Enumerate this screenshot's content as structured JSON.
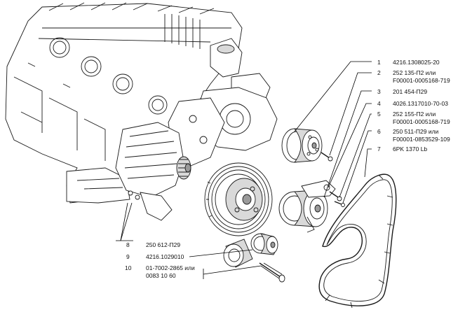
{
  "parts": [
    {
      "num": "1",
      "code": "4216.1308025-20"
    },
    {
      "num": "2",
      "code": "252 135-П2 или",
      "code2": "F00001-0005168-719"
    },
    {
      "num": "3",
      "code": "201 454-П29"
    },
    {
      "num": "4",
      "code": "4026.1317010-70-03"
    },
    {
      "num": "5",
      "code": "252 155-П2 или",
      "code2": "F00001-0005168-719"
    },
    {
      "num": "6",
      "code": "250 511-П29 или",
      "code2": "F00001-0853529-109"
    },
    {
      "num": "7",
      "code": "6PK 1370 Lb"
    },
    {
      "num": "8",
      "code": "250 612-П29"
    },
    {
      "num": "9",
      "code": "4216.1029010"
    },
    {
      "num": "10",
      "code": "01-7002-2865 или",
      "code2": "0083 10 60"
    }
  ]
}
